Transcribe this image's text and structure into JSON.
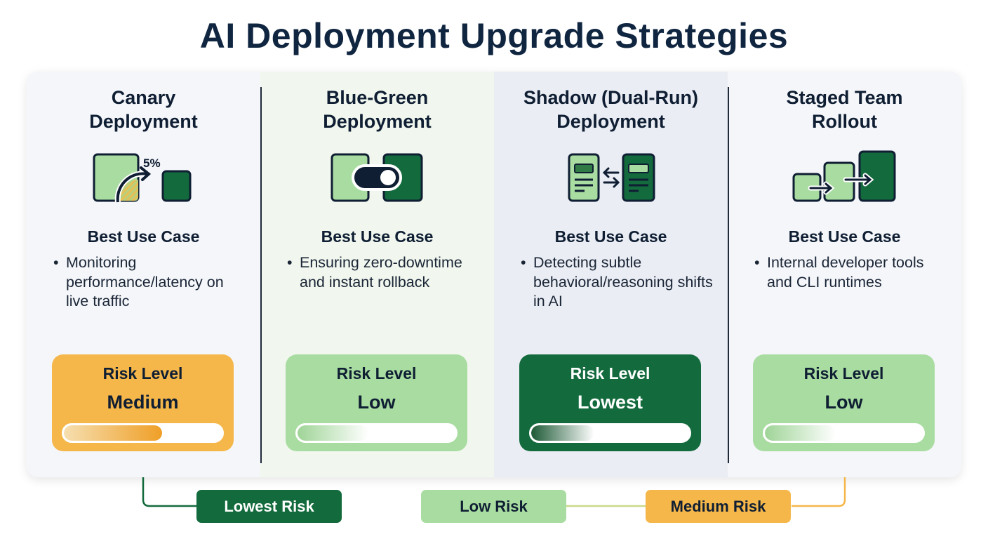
{
  "title": "AI Deployment Upgrade Strategies",
  "colors": {
    "light_green": "#a8dca0",
    "dark_green": "#136b3d",
    "orange": "#f5b74a",
    "navy": "#0f2540"
  },
  "strategies": [
    {
      "title_line1": "Canary",
      "title_line2": "Deployment",
      "icon": "canary-traffic-split-icon",
      "icon_label": "5%",
      "best_use_case_label": "Best Use Case",
      "bullet": "Monitoring performance/latency on live traffic",
      "risk_label": "Risk Level",
      "risk_value": "Medium",
      "risk_fill": 0.62
    },
    {
      "title_line1": "Blue-Green",
      "title_line2": "Deployment",
      "icon": "toggle-switch-icon",
      "best_use_case_label": "Best Use Case",
      "bullet": "Ensuring zero-downtime and instant rollback",
      "risk_label": "Risk Level",
      "risk_value": "Low",
      "risk_fill": 0.45
    },
    {
      "title_line1": "Shadow (Dual-Run)",
      "title_line2": "Deployment",
      "icon": "dual-documents-exchange-icon",
      "best_use_case_label": "Best Use Case",
      "bullet": "Detecting subtle behavioral/reasoning shifts in AI",
      "risk_label": "Risk Level",
      "risk_value": "Lowest",
      "risk_fill": 0.4
    },
    {
      "title_line1": "Staged Team",
      "title_line2": "Rollout",
      "icon": "staged-steps-icon",
      "best_use_case_label": "Best Use Case",
      "bullet": "Internal developer tools and CLI runtimes",
      "risk_label": "Risk Level",
      "risk_value": "Low",
      "risk_fill": 0.45
    }
  ],
  "legend": [
    {
      "label": "Lowest Risk",
      "color": "#136b3d"
    },
    {
      "label": "Low Risk",
      "color": "#a8dca0"
    },
    {
      "label": "Medium Risk",
      "color": "#f5b74a"
    }
  ]
}
